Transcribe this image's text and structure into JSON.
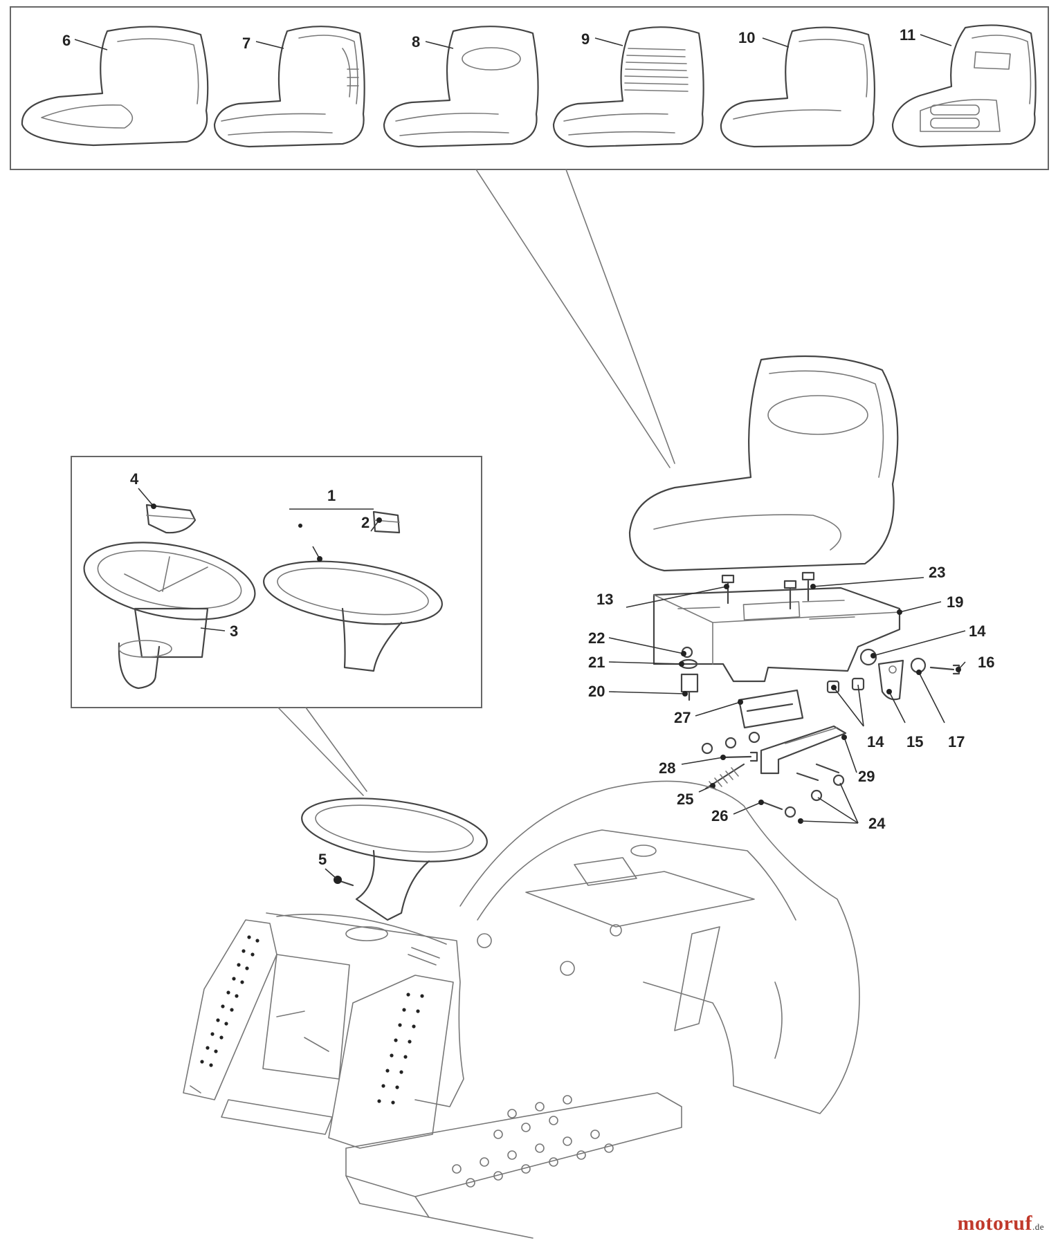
{
  "callouts": {
    "c1": "1",
    "c2": "2",
    "c3": "3",
    "c4": "4",
    "c5": "5",
    "c6": "6",
    "c7": "7",
    "c8": "8",
    "c9": "9",
    "c10": "10",
    "c11": "11",
    "c13": "13",
    "c14a": "14",
    "c14b": "14",
    "c15": "15",
    "c16": "16",
    "c17": "17",
    "c19": "19",
    "c20": "20",
    "c21": "21",
    "c22": "22",
    "c23": "23",
    "c24": "24",
    "c25": "25",
    "c26": "26",
    "c27": "27",
    "c28": "28",
    "c29": "29"
  },
  "watermark": {
    "name": "motoruf",
    "tld": ".de"
  }
}
